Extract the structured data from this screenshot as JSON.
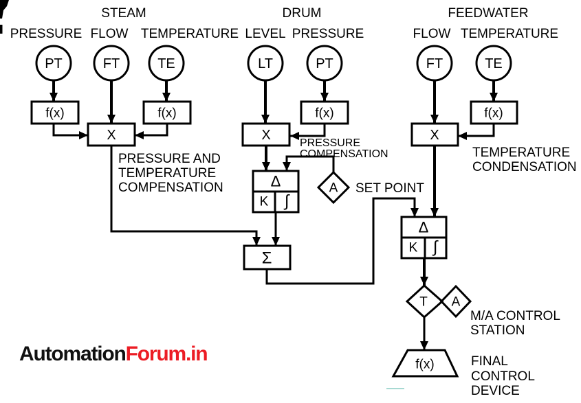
{
  "headers": {
    "steam": "STEAM",
    "drum": "DRUM",
    "feedwater": "FEEDWATER"
  },
  "signal_labels": {
    "steam_pressure": "PRESSURE",
    "steam_flow": "FLOW",
    "steam_temperature": "TEMPERATURE",
    "drum_level": "LEVEL",
    "drum_pressure": "PRESSURE",
    "feedwater_flow": "FLOW",
    "feedwater_temperature": "TEMPERATURE"
  },
  "instruments": {
    "pressure_transmitter": "PT",
    "flow_transmitter": "FT",
    "temperature_element": "TE",
    "level_transmitter": "LT"
  },
  "blocks": {
    "function": "f(x)",
    "multiply": "X",
    "difference": "Δ",
    "gain": "K",
    "integral": "∫",
    "sum": "Σ",
    "transfer": "T",
    "auto": "A",
    "setpoint_auto": "A"
  },
  "annotations": {
    "steam_compensation": [
      "PRESSURE AND",
      "TEMPERATURE",
      "COMPENSATION"
    ],
    "drum_compensation": [
      "PRESSURE",
      "COMPENSATION"
    ],
    "setpoint_label": "SET POINT",
    "feedwater_condensation": [
      "TEMPERATURE",
      "CONDENSATION"
    ],
    "ma_station": [
      "M/A CONTROL",
      "STATION"
    ],
    "final_device": [
      "FINAL",
      "CONTROL",
      "DEVICE"
    ]
  },
  "watermark": {
    "text_black": "Automation",
    "text_red": "Forum.in",
    "red_color": "#ec1c24"
  }
}
